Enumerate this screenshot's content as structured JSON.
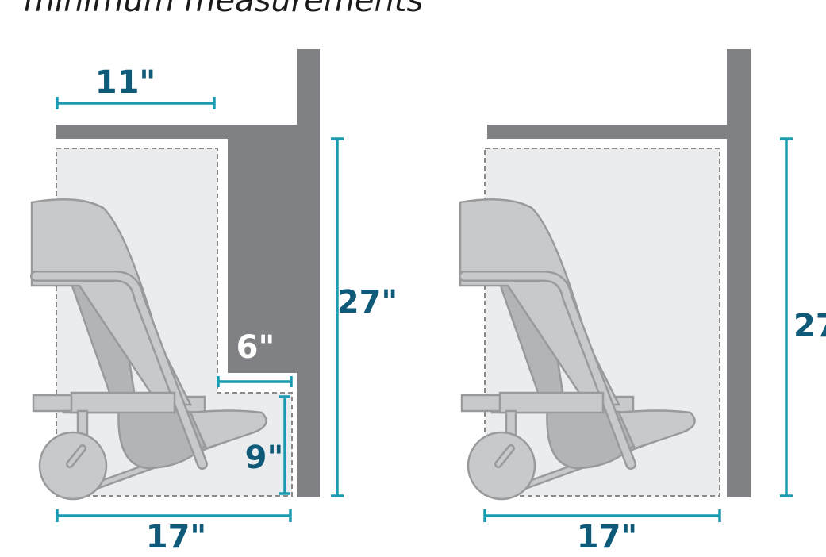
{
  "title": "minimum measurements",
  "colors": {
    "dimension": "#1a9bb0",
    "label": "#0e5a78",
    "wall": "#808184",
    "clearance": "#ebecee",
    "chair": "#c8c9cb"
  },
  "left_diagram": {
    "top_width": "11\"",
    "height": "27\"",
    "toe_depth": "6\"",
    "toe_height": "9\"",
    "bottom_width": "17\""
  },
  "right_diagram": {
    "height": "27",
    "bottom_width": "17\""
  }
}
